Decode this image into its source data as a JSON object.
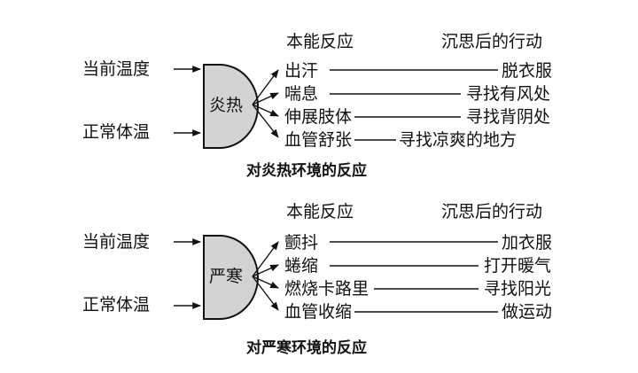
{
  "diagrams": [
    {
      "header_left": "本能反应",
      "header_right": "沉思后的行动",
      "inputs": [
        "当前温度",
        "正常体温"
      ],
      "gate_label": "炎热",
      "rows": [
        {
          "instinct": "出汗",
          "action": "脱衣服"
        },
        {
          "instinct": "喘息",
          "action": "寻找有风处"
        },
        {
          "instinct": "伸展肢体",
          "action": "寻找背阴处"
        },
        {
          "instinct": "血管舒张",
          "action": "寻找凉爽的地方"
        }
      ],
      "caption": "对炎热环境的反应"
    },
    {
      "header_left": "本能反应",
      "header_right": "沉思后的行动",
      "inputs": [
        "当前温度",
        "正常体温"
      ],
      "gate_label": "严寒",
      "rows": [
        {
          "instinct": "颤抖",
          "action": "加衣服"
        },
        {
          "instinct": "蜷缩",
          "action": "打开暖气"
        },
        {
          "instinct": "燃烧卡路里",
          "action": "寻找阳光"
        },
        {
          "instinct": "血管收缩",
          "action": "做运动"
        }
      ],
      "caption": "对严寒环境的反应"
    }
  ]
}
